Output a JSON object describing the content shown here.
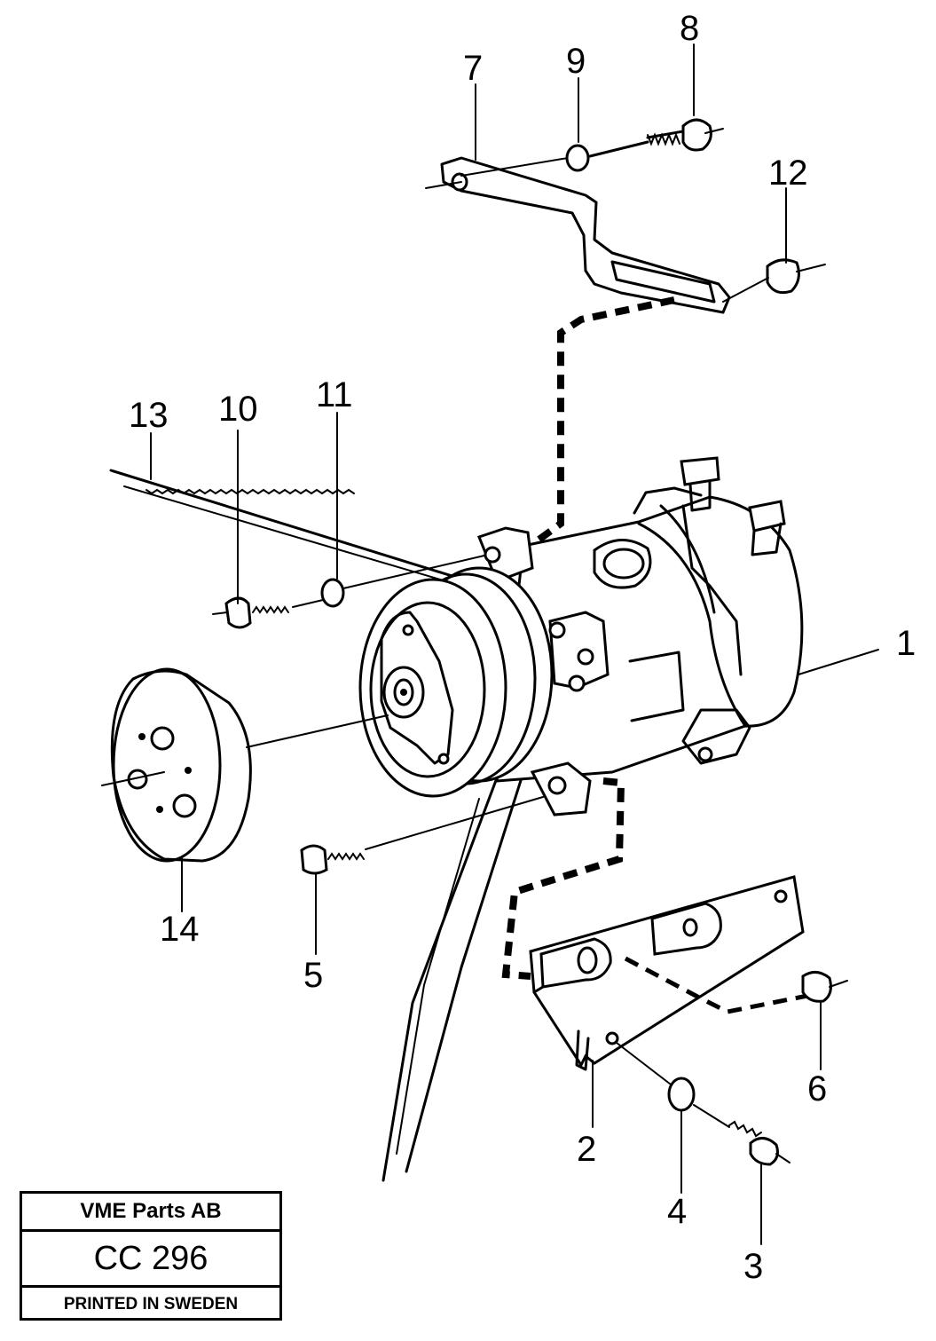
{
  "callouts": [
    "1",
    "2",
    "3",
    "4",
    "5",
    "6",
    "7",
    "8",
    "9",
    "10",
    "11",
    "12",
    "13",
    "14"
  ],
  "title_block": {
    "publisher": "VME Parts AB",
    "drawing_number": "CC 296",
    "print_note": "PRINTED IN SWEDEN"
  }
}
